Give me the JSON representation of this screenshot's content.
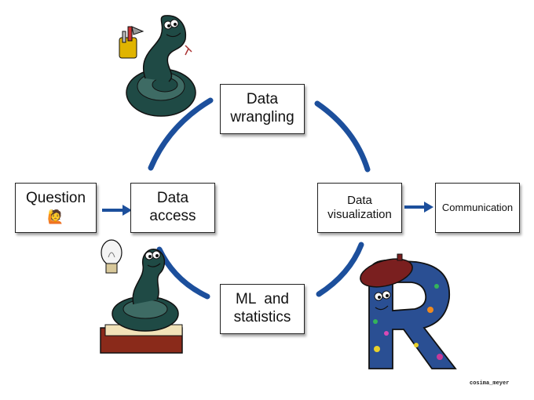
{
  "boxes": {
    "question": "Question",
    "question_emoji": "🙋",
    "data_access": [
      "Data",
      "access"
    ],
    "data_wrangling": [
      "Data",
      "wrangling"
    ],
    "data_visualization": [
      "Data",
      "visualization"
    ],
    "communication": "Communication",
    "ml_statistics": [
      "ML  and",
      "statistics"
    ]
  },
  "signature": "cosima_meyer",
  "colors": {
    "cycle_arrow": "#1c4f9c",
    "snake_body": "#1f4a45",
    "snake_belly": "#3e6b64",
    "r_letter": "#2a4f93",
    "beret": "#7a1f1f",
    "book": "#8a2a1a",
    "pages": "#f2e2b8"
  },
  "icons": [
    "snake-with-tools-icon",
    "snake-on-book-icon",
    "lightbulb-icon",
    "r-letter-mascot-icon",
    "beret-icon"
  ]
}
